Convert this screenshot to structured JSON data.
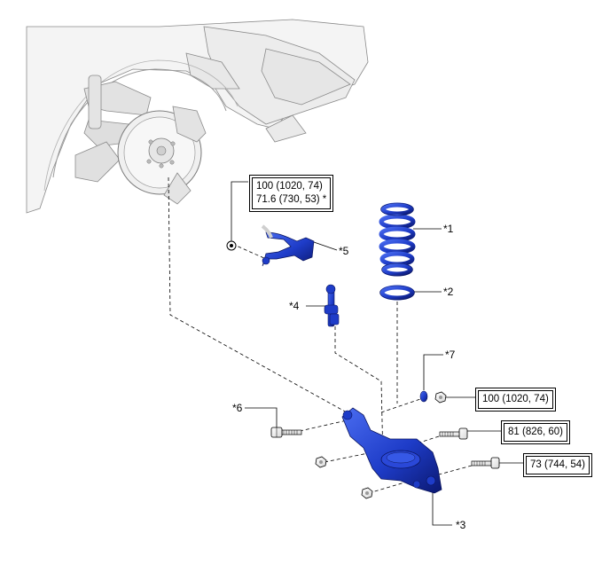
{
  "callouts": [
    {
      "id": "1",
      "text": "*1"
    },
    {
      "id": "2",
      "text": "*2"
    },
    {
      "id": "3",
      "text": "*3"
    },
    {
      "id": "4",
      "text": "*4"
    },
    {
      "id": "5",
      "text": "*5"
    },
    {
      "id": "6",
      "text": "*6"
    },
    {
      "id": "7",
      "text": "*7"
    }
  ],
  "torque": {
    "stabilizer_link_line1": "100 (1020, 74)",
    "stabilizer_link_line2": "71.6 (730, 53) *",
    "bracket_nut": "100 (1020, 74)",
    "arm_bolt_upper": "81 (826, 60)",
    "arm_bolt_lower": "73 (744, 54)"
  },
  "colors": {
    "part_blue": "#1e3cc8",
    "part_blue_dark": "#0f1f8a",
    "line": "#000000",
    "vehicle_fill": "#f3f3f3",
    "vehicle_stroke": "#8a8a8a"
  }
}
